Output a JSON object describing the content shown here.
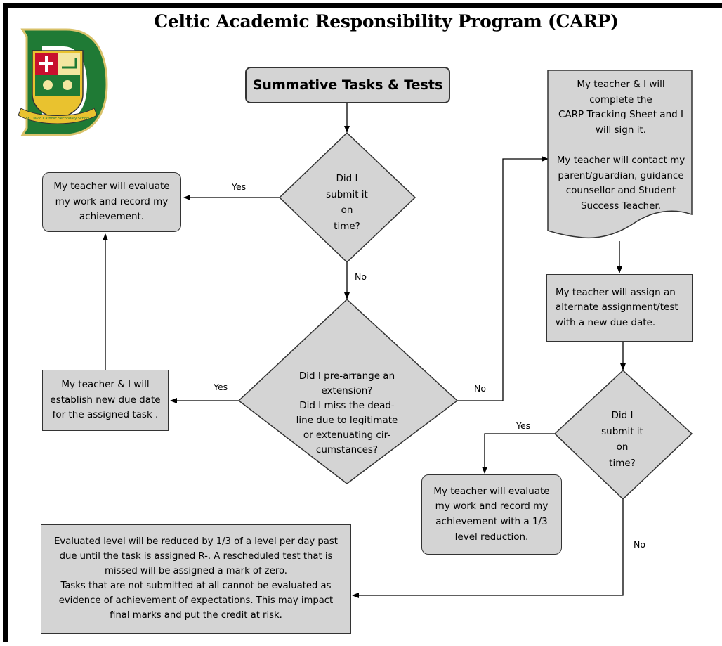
{
  "title": "Celtic Academic Responsibility Program (CARP)",
  "start": {
    "label": "Summative Tasks & Tests"
  },
  "decision1": {
    "text": "Did I\nsubmit it\non\ntime?"
  },
  "decision2": {
    "line1_pre": "Did I ",
    "line1_underlined": "pre-arrange",
    "line1_post": " an",
    "rest": "extension?\nDid I miss the dead-\nline due to legitimate\nor extenuating cir-\ncumstances?"
  },
  "decision3": {
    "text": "Did I\nsubmit it\non\ntime?"
  },
  "box_evaluate": {
    "text": "My teacher will evaluate\nmy work and record my\nachievement."
  },
  "box_new_due_date": {
    "text": "My teacher & I will\nestablish new due date\nfor the assigned task ."
  },
  "box_tracking": {
    "text": "My teacher & I will\ncomplete the\nCARP Tracking Sheet and I\nwill sign it.\n\nMy teacher will contact my\nparent/guardian, guidance\ncounsellor and Student\nSuccess Teacher."
  },
  "box_alternate": {
    "text": "My teacher will assign an\nalternate assignment/test\nwith a new due date."
  },
  "box_reduction": {
    "text": "My teacher will evaluate\nmy work and record my\nachievement with a 1/3\nlevel reduction."
  },
  "box_penalty": {
    "text": "Evaluated level will be reduced by 1/3 of a level per day past\ndue until the task is assigned R-. A rescheduled test that is\nmissed will be assigned a mark of zero.\nTasks that are not submitted at all cannot be evaluated as\nevidence of achievement of expectations.  This may impact\nfinal marks and put the credit at risk."
  },
  "labels": {
    "yes1": "Yes",
    "no1": "No",
    "yes2": "Yes",
    "no2": "No",
    "yes3": "Yes",
    "no3": "No"
  },
  "logo": {
    "caption": "St. David Catholic Secondary School",
    "colors": {
      "green": "#1f7a35",
      "gold": "#e9c22f",
      "red": "#c8102e"
    }
  }
}
